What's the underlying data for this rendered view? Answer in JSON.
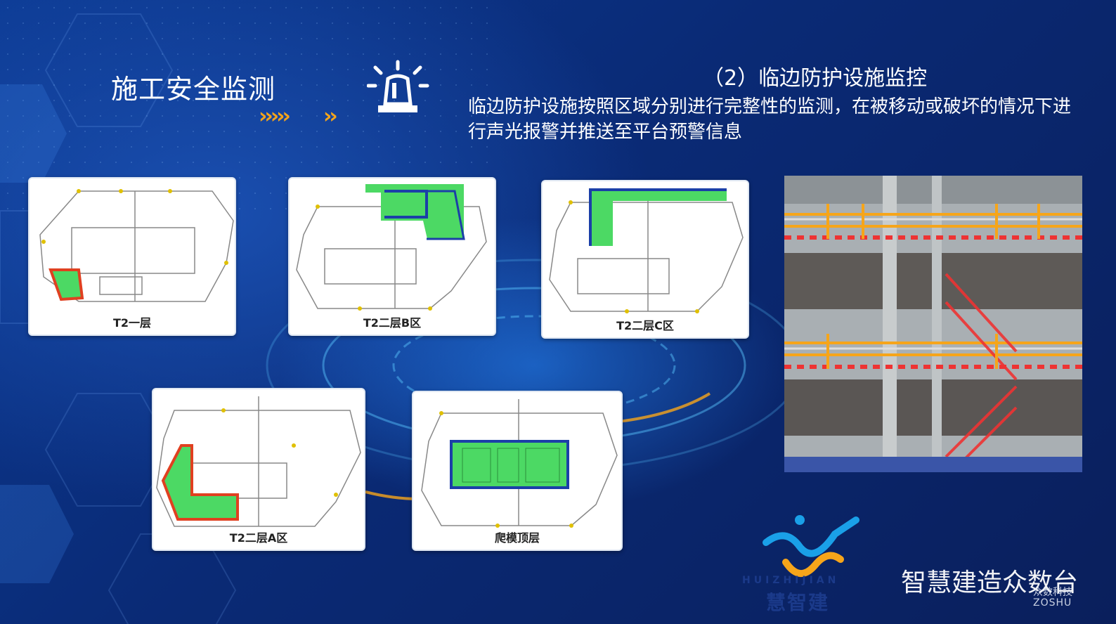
{
  "header": {
    "title": "施工安全监测",
    "chevrons": "›››››",
    "chevrons2": "››",
    "alarm_icon": "alarm-siren-icon"
  },
  "section": {
    "subtitle": "（2）临边防护设施监控",
    "description": "临边防护设施按照区域分别进行完整性的监测，在被移动或破坏的情况下进行声光报警并推送至平台预警信息"
  },
  "floor_plans": [
    {
      "caption": "T2一层"
    },
    {
      "caption": "T2二层B区"
    },
    {
      "caption": "T2二层C区"
    },
    {
      "caption": "T2二层A区"
    },
    {
      "caption": "爬模顶层"
    }
  ],
  "branding": {
    "logo_en": "HUIZHIJIAN",
    "logo_cn": "慧智建",
    "watermark": "智慧建造众数台",
    "watermark_small_cn": "众数科技",
    "watermark_small_en": "ZOSHU"
  },
  "colors": {
    "accent_orange": "#f6a51a",
    "zone_green": "#4cd964",
    "zone_red": "#e04020",
    "zone_blue": "#1b3fa8"
  }
}
